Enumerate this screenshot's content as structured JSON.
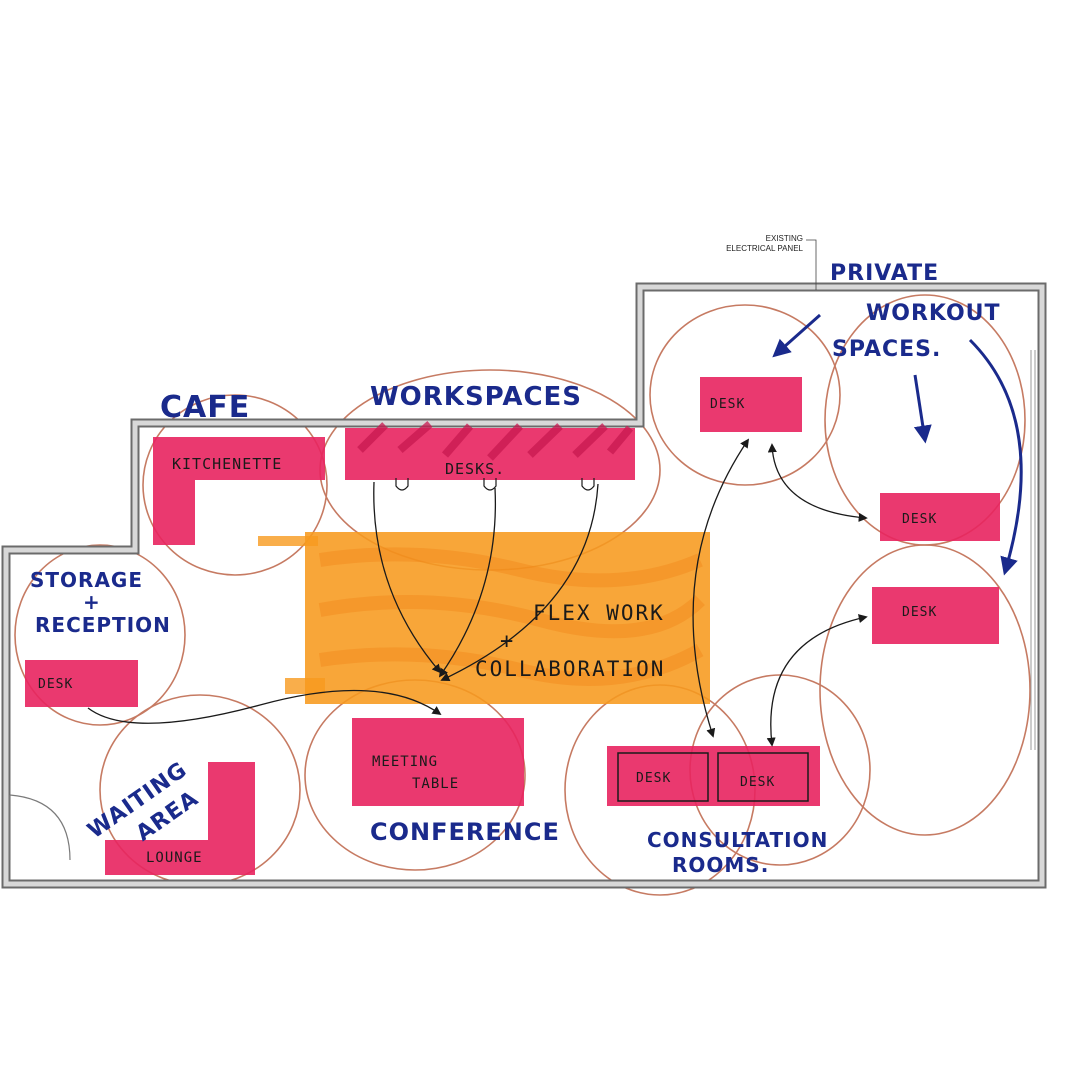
{
  "annotation": {
    "line1": "EXISTING",
    "line2": "ELECTRICAL PANEL"
  },
  "zones": {
    "cafe": "CAFE",
    "workspaces": "WORKSPACES",
    "private_line1": "PRIVATE",
    "private_line2": "WORKOUT",
    "private_line3": "SPACES.",
    "storage_line1": "STORAGE",
    "storage_line2": "+",
    "storage_line3": "RECEPTION",
    "waiting_line1": "WAITING",
    "waiting_line2": "AREA",
    "conference": "CONFERENCE",
    "consult_line1": "CONSULTATION",
    "consult_line2": "ROOMS."
  },
  "items": {
    "kitchenette": "KITCHENETTE",
    "desks": "DESKS.",
    "desk_private_top": "DESK",
    "desk_private_right": "DESK",
    "desk_private_mid": "DESK",
    "desk_reception": "DESK",
    "lounge": "LOUNGE",
    "meeting_line1": "MEETING",
    "meeting_line2": "TABLE",
    "desk_consult_left": "DESK",
    "desk_consult_right": "DESK",
    "flex_line1": "FLEX WORK",
    "flex_line2": "+",
    "flex_line3": "COLLABORATION"
  },
  "colors": {
    "wall": "#6b6b6b",
    "wall_fill": "#d8d8d8",
    "magenta": "#e8245f",
    "magenta_dark": "#c81850",
    "orange": "#f79a1e",
    "ink_blue": "#1a2a8c",
    "bubble": "#b85a3c",
    "arrow": "#1a1a1a"
  }
}
